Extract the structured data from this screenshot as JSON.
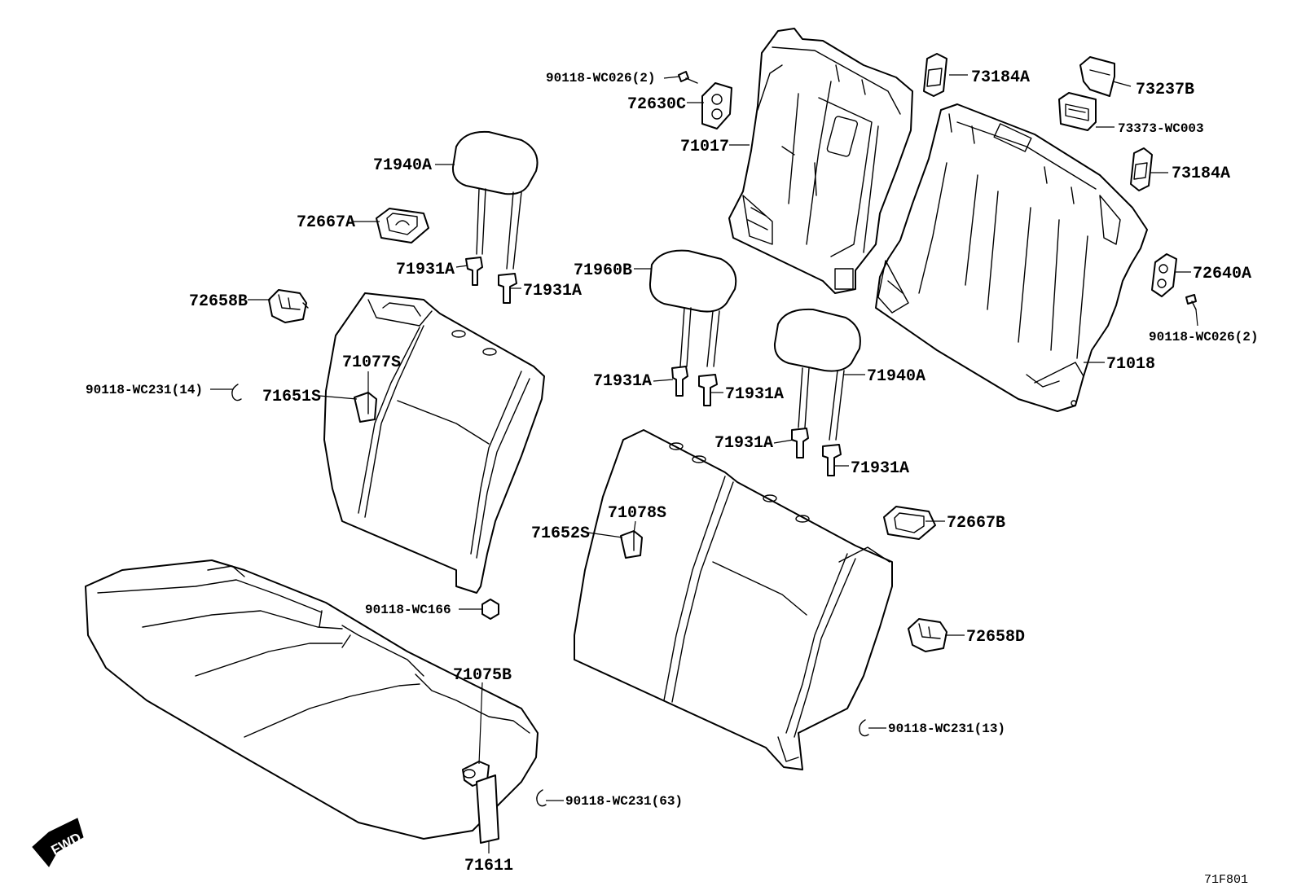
{
  "diagram_code": "71F801",
  "fwd_label": "FWD",
  "labels": {
    "l_90118_wc026_2_top": "90118-WC026(2)",
    "l_72630c": "72630C",
    "l_71017": "71017",
    "l_73184a_top": "73184A",
    "l_73237b": "73237B",
    "l_73373_wc003": "73373-WC003",
    "l_73184a_mid": "73184A",
    "l_72640a": "72640A",
    "l_90118_wc026_2_right": "90118-WC026(2)",
    "l_71018": "71018",
    "l_71940a_left": "71940A",
    "l_72667a": "72667A",
    "l_71931a_1": "71931A",
    "l_71931a_2": "71931A",
    "l_72658b": "72658B",
    "l_71077s": "71077S",
    "l_90118_wc231_14": "90118-WC231(14)",
    "l_71651s": "71651S",
    "l_71960b": "71960B",
    "l_71931a_3": "71931A",
    "l_71931a_4": "71931A",
    "l_71940a_right": "71940A",
    "l_71931a_5": "71931A",
    "l_71931a_6": "71931A",
    "l_71078s": "71078S",
    "l_71652s": "71652S",
    "l_72667b": "72667B",
    "l_90118_wc166": "90118-WC166",
    "l_72658d": "72658D",
    "l_71075b": "71075B",
    "l_90118_wc231_13": "90118-WC231(13)",
    "l_90118_wc231_63": "90118-WC231(63)",
    "l_71611": "71611"
  }
}
